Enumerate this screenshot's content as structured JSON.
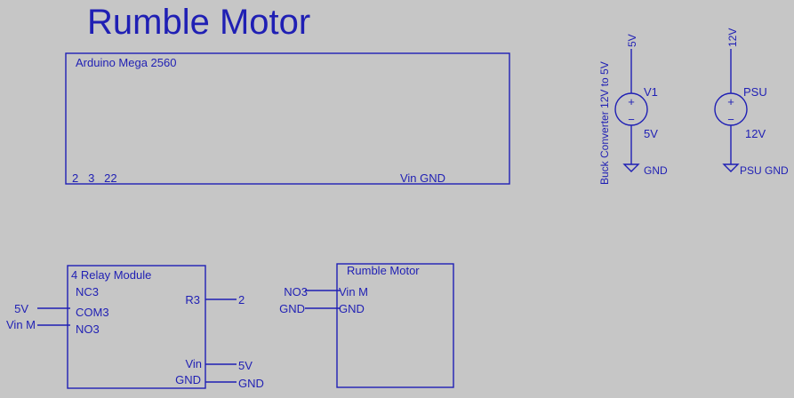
{
  "title": "Rumble Motor",
  "colors": {
    "ink": "#1f1fb4",
    "background": "#c6c6c6"
  },
  "arduino": {
    "name": "Arduino Mega 2560",
    "pins_left": "2   3   22",
    "pins_right": "Vin GND"
  },
  "v1": {
    "net_top": "5V",
    "name": "V1",
    "value": "5V",
    "ground": "GND",
    "description": "Buck Converter 12V to 5V",
    "plus": "+",
    "minus": "−"
  },
  "psu": {
    "net_top": "12V",
    "name": "PSU",
    "value": "12V",
    "ground": "PSU GND",
    "plus": "+",
    "minus": "−"
  },
  "relay": {
    "name": "4 Relay Module",
    "pins": {
      "nc3": "NC3",
      "com3": "COM3",
      "no3": "NO3",
      "r3": "R3",
      "vin": "Vin",
      "gnd": "GND"
    },
    "nets": {
      "com3": "5V",
      "no3": "Vin M",
      "r3": "2",
      "vin": "5V",
      "gnd": "GND"
    }
  },
  "motor": {
    "name": "Rumble Motor",
    "pins": {
      "vin": "Vin M",
      "gnd": "GND"
    },
    "nets": {
      "vin": "NO3",
      "gnd": "GND"
    }
  }
}
